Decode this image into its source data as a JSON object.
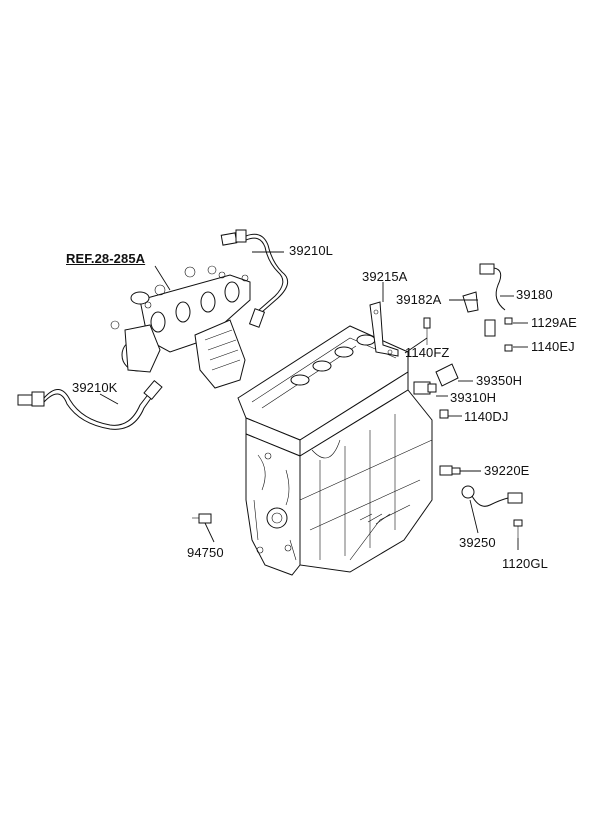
{
  "diagram": {
    "ref_label": "REF.28-285A",
    "part_labels": {
      "p39210L": "39210L",
      "p39210K": "39210K",
      "p39215A": "39215A",
      "p39182A": "39182A",
      "p39180": "39180",
      "p1129AE": "1129AE",
      "p1140EJ": "1140EJ",
      "p1140FZ": "1140FZ",
      "p39350H": "39350H",
      "p39310H": "39310H",
      "p1140DJ": "1140DJ",
      "p39220E": "39220E",
      "p39250": "39250",
      "p1120GL": "1120GL",
      "p94750": "94750"
    }
  }
}
